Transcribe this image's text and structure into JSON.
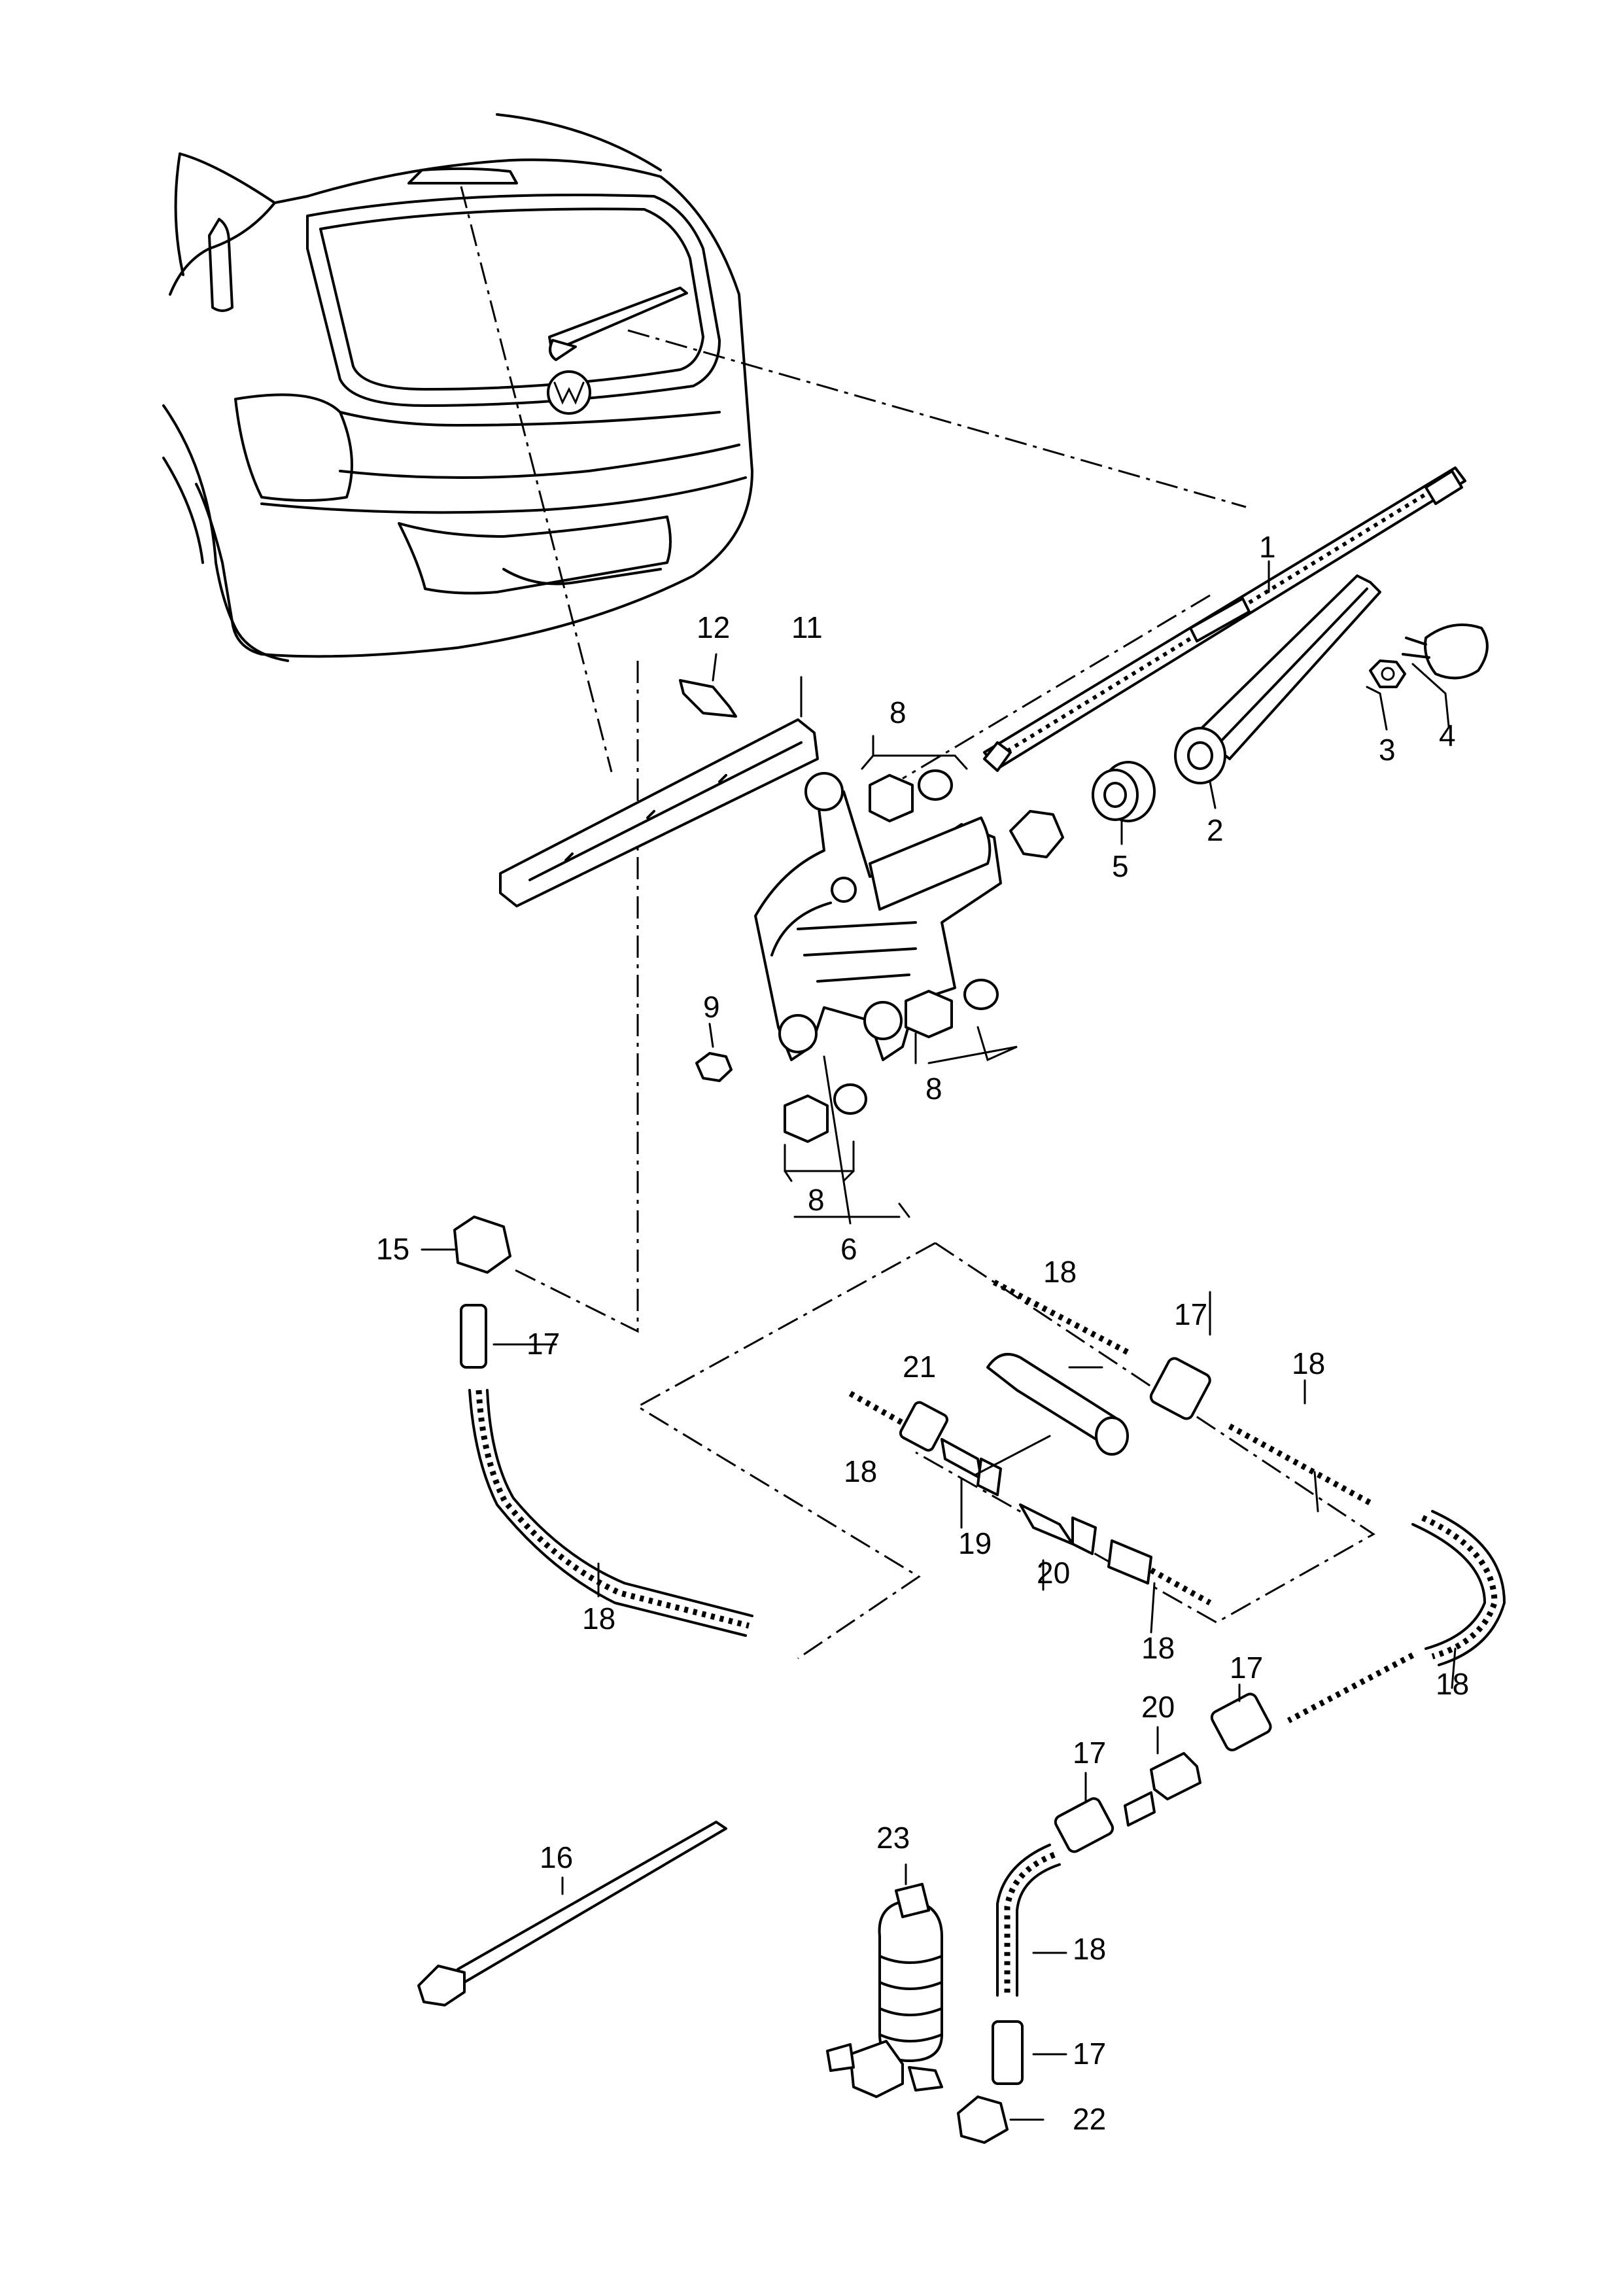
{
  "diagram": {
    "callouts": [
      {
        "id": "c1",
        "text": "1"
      },
      {
        "id": "c2",
        "text": "2"
      },
      {
        "id": "c3",
        "text": "3"
      },
      {
        "id": "c4",
        "text": "4"
      },
      {
        "id": "c5",
        "text": "5"
      },
      {
        "id": "c6",
        "text": "6"
      },
      {
        "id": "c8a",
        "text": "8"
      },
      {
        "id": "c8b",
        "text": "8"
      },
      {
        "id": "c8c",
        "text": "8"
      },
      {
        "id": "c9",
        "text": "9"
      },
      {
        "id": "c11",
        "text": "11"
      },
      {
        "id": "c12",
        "text": "12"
      },
      {
        "id": "c15",
        "text": "15"
      },
      {
        "id": "c16",
        "text": "16"
      },
      {
        "id": "c17a",
        "text": "17"
      },
      {
        "id": "c17b",
        "text": "17"
      },
      {
        "id": "c17c",
        "text": "17"
      },
      {
        "id": "c17d",
        "text": "17"
      },
      {
        "id": "c17e",
        "text": "17"
      },
      {
        "id": "c18a",
        "text": "18"
      },
      {
        "id": "c18b",
        "text": "18"
      },
      {
        "id": "c18c",
        "text": "18"
      },
      {
        "id": "c18d",
        "text": "18"
      },
      {
        "id": "c18e",
        "text": "18"
      },
      {
        "id": "c18f",
        "text": "18"
      },
      {
        "id": "c18g",
        "text": "18"
      },
      {
        "id": "c19",
        "text": "19"
      },
      {
        "id": "c20a",
        "text": "20"
      },
      {
        "id": "c20b",
        "text": "20"
      },
      {
        "id": "c21",
        "text": "21"
      },
      {
        "id": "c22",
        "text": "22"
      },
      {
        "id": "c23",
        "text": "23"
      }
    ]
  }
}
